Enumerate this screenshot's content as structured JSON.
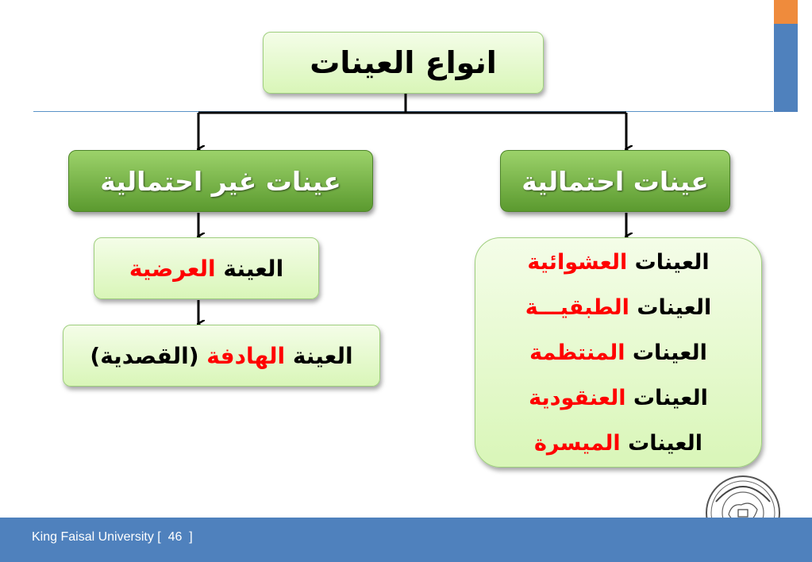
{
  "diagram": {
    "root": "انواع العينات",
    "branches": [
      {
        "title": "عينات احتمالية",
        "items": [
          {
            "prefix": "العينات",
            "highlight": "العشوائية"
          },
          {
            "prefix": "العينات",
            "highlight": "الطبقيـــة"
          },
          {
            "prefix": "العينات",
            "highlight": "المنتظمة"
          },
          {
            "prefix": "العينات",
            "highlight": "العنقودية"
          },
          {
            "prefix": "العينات",
            "highlight": "الميسرة"
          }
        ]
      },
      {
        "title": "عينات غير احتمالية",
        "items": [
          {
            "prefix": "العينة",
            "highlight": "العرضية",
            "suffix": ""
          },
          {
            "prefix": "العينة",
            "highlight": "الهادفة",
            "suffix": "(القصدية)"
          }
        ]
      }
    ]
  },
  "footer": {
    "university": "King Faisal University",
    "page_label": "[  46  ]"
  },
  "colors": {
    "accent_blue": "#4f81bd",
    "accent_orange": "#ef8b3c",
    "highlight_red": "#ff0000",
    "box_green": "#5b9a2f"
  },
  "icons": {
    "logo": "university-seal-logo"
  }
}
